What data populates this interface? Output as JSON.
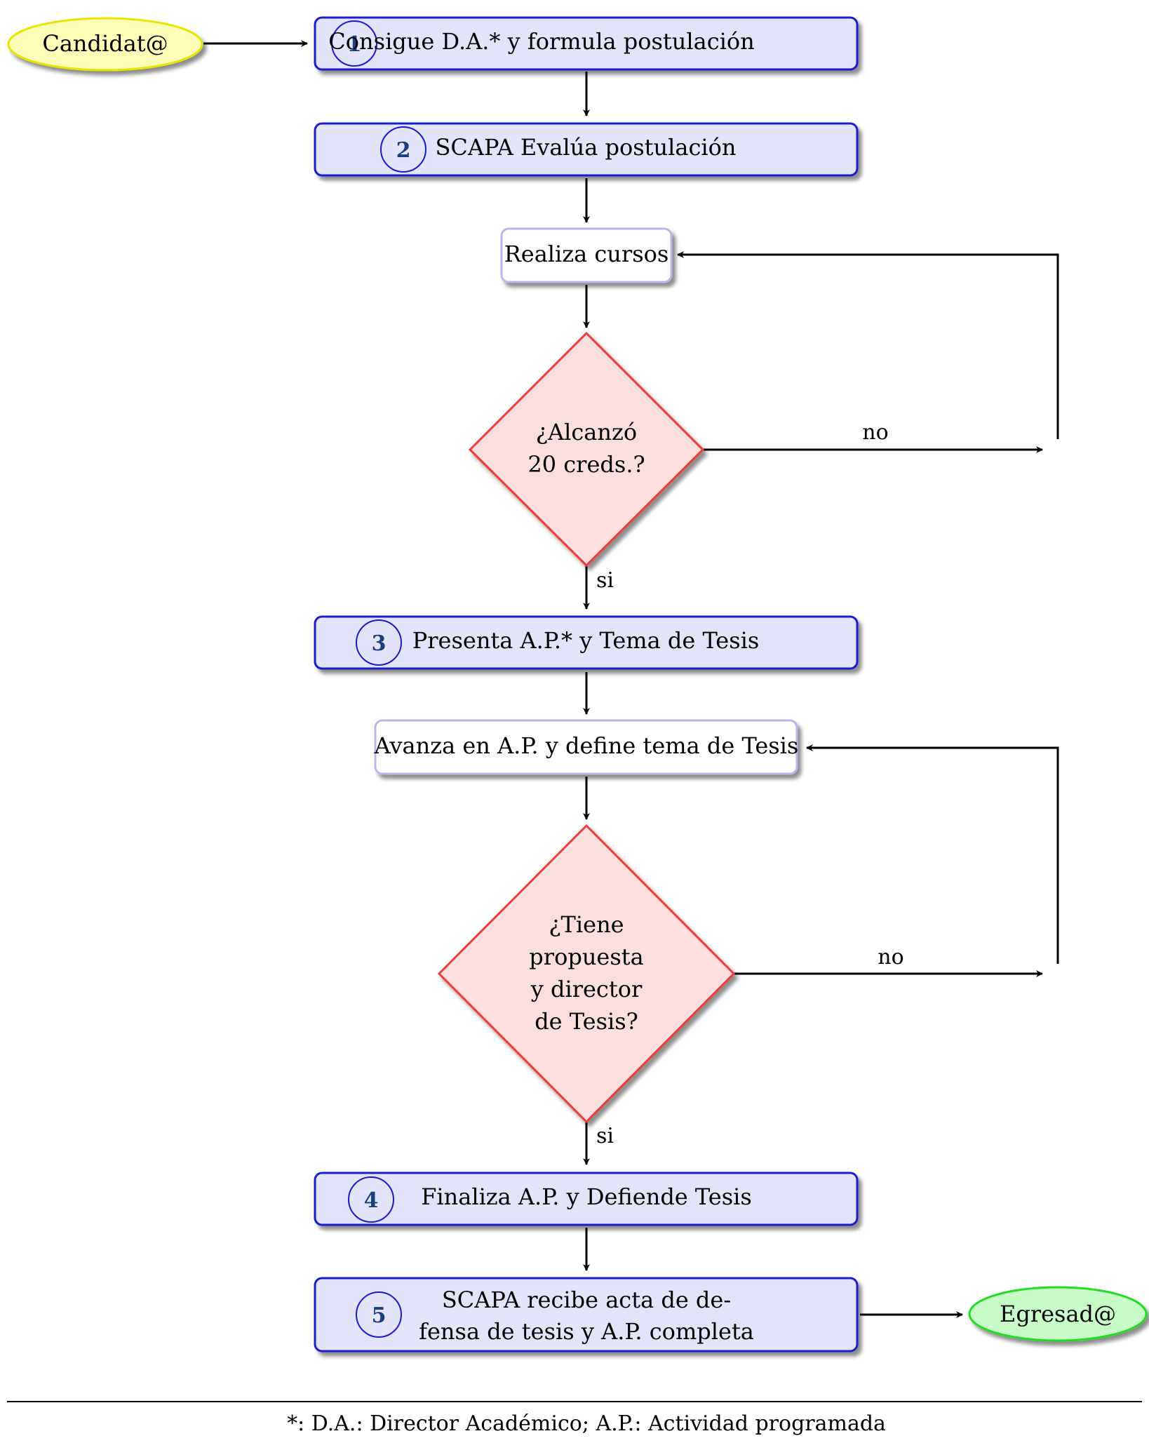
{
  "diagram": {
    "colors": {
      "step_fill": "#e3e3fa",
      "step_stroke": "#1a1acc",
      "plain_fill": "#ffffff",
      "plain_stroke": "#b7b7ee",
      "decision_fill": "#fbdede",
      "decision_stroke": "#ee3a3a",
      "start_fill": "#fdfdb8",
      "start_stroke": "#e6e600",
      "end_fill": "#c7fbc7",
      "end_stroke": "#22dd22",
      "number_text": "#1a3f7a",
      "circle_stroke": "#1a1acc"
    },
    "start": {
      "label": "Candidat@"
    },
    "end": {
      "label": "Egresad@"
    },
    "steps": [
      {
        "number": "1",
        "label": "Consigue D.A.* y formula postulación"
      },
      {
        "number": "2",
        "label": "SCAPA Evalúa postulación"
      },
      {
        "number": "3",
        "label": "Presenta A.P.* y Tema de Tesis"
      },
      {
        "number": "4",
        "label": "Finaliza A.P. y Defiende Tesis"
      },
      {
        "number": "5",
        "label_lines": [
          "SCAPA recibe acta de de-",
          "fensa de tesis y A.P. completa"
        ]
      }
    ],
    "activities": [
      {
        "label": "Realiza cursos"
      },
      {
        "label": "Avanza en A.P. y define tema de Tesis"
      }
    ],
    "decisions": [
      {
        "lines": [
          "¿Alcanzó",
          "20 creds.?"
        ],
        "yes_label": "si",
        "no_label": "no"
      },
      {
        "lines": [
          "¿Tiene",
          "propuesta",
          "y director",
          "de Tesis?"
        ],
        "yes_label": "si",
        "no_label": "no"
      }
    ],
    "footnote": "*: D.A.: Director Académico; A.P.: Actividad programada"
  }
}
